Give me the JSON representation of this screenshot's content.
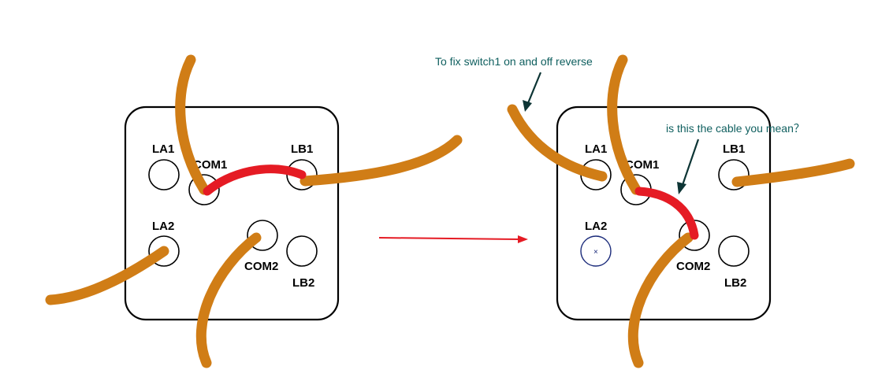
{
  "left_switch": {
    "terminals": {
      "la1": "LA1",
      "com1": "COM1",
      "lb1": "LB1",
      "la2": "LA2",
      "com2": "COM2",
      "lb2": "LB2"
    }
  },
  "right_switch": {
    "terminals": {
      "la1": "LA1",
      "com1": "COM1",
      "lb1": "LB1",
      "la2": "LA2",
      "com2": "COM2",
      "lb2": "LB2"
    },
    "unused_marker": "×"
  },
  "annotations": {
    "fix_note": "To fix  switch1 on and off reverse",
    "cable_question": "is this the cable you mean？"
  },
  "colors": {
    "cable": "#d07d16",
    "jumper": "#e51b24",
    "plate_outline": "#000000",
    "annotation_text": "#0f5f5f",
    "annotation_arrow": "#0d3535",
    "flow_arrow": "#e51b24"
  }
}
